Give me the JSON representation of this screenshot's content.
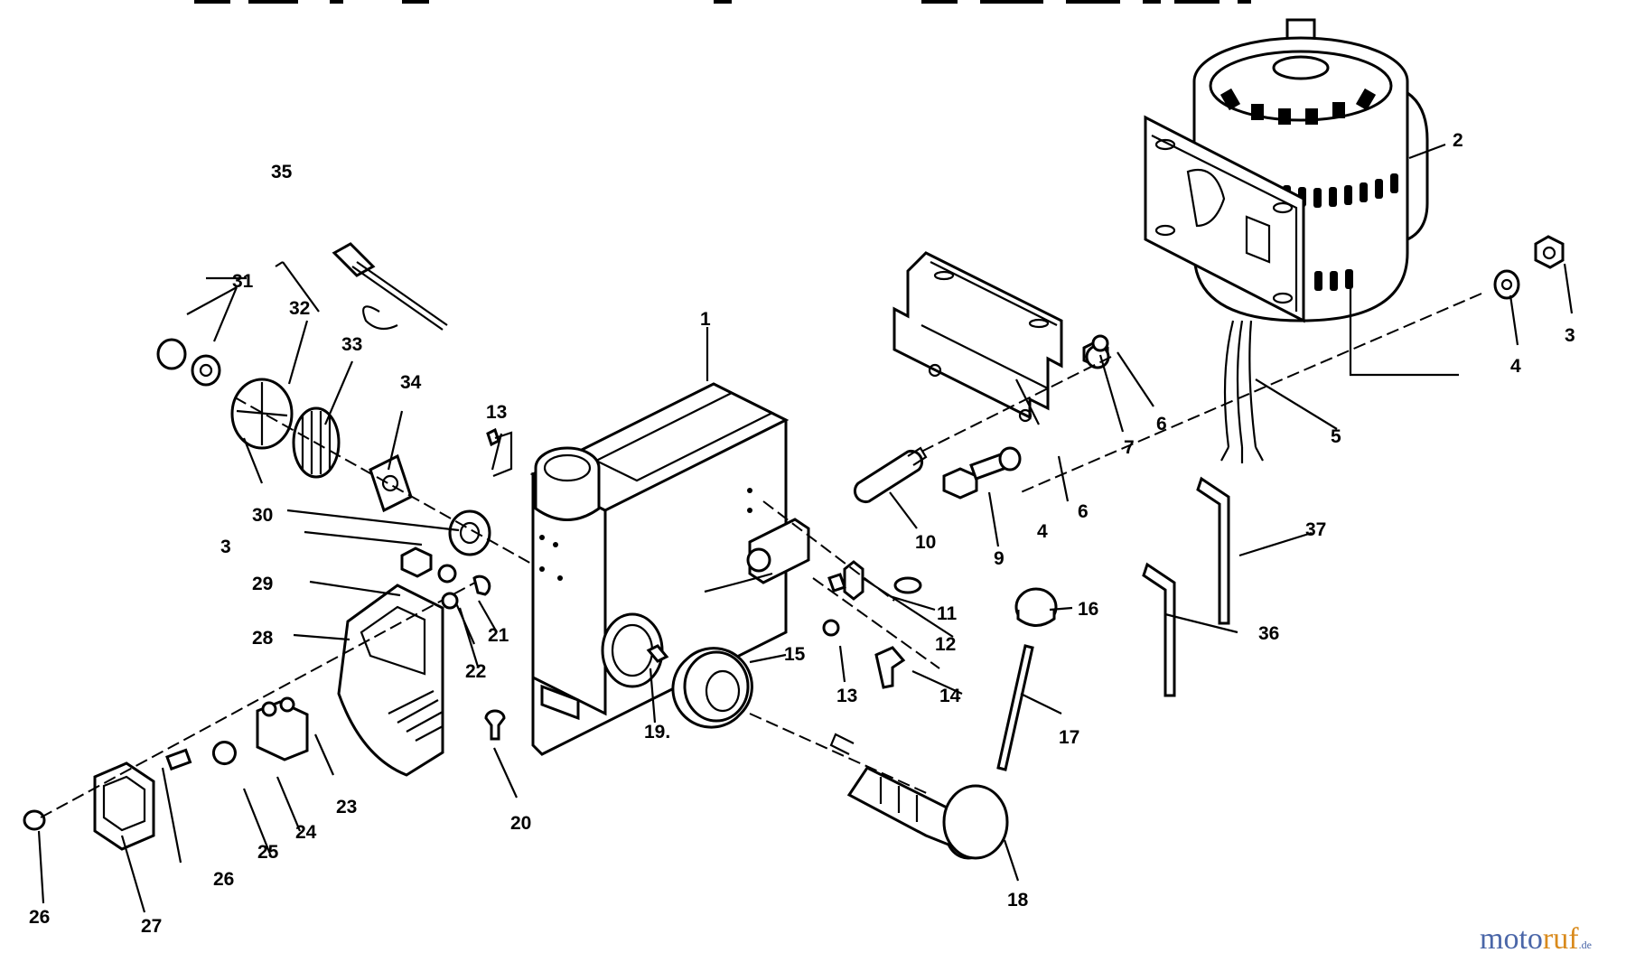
{
  "diagram": {
    "callouts": [
      {
        "id": "c1",
        "text": "1"
      },
      {
        "id": "c2",
        "text": "2"
      },
      {
        "id": "c3a",
        "text": "3"
      },
      {
        "id": "c3b",
        "text": "3"
      },
      {
        "id": "c4a",
        "text": "4"
      },
      {
        "id": "c4b",
        "text": "4"
      },
      {
        "id": "c5",
        "text": "5"
      },
      {
        "id": "c6a",
        "text": "6"
      },
      {
        "id": "c6b",
        "text": "6"
      },
      {
        "id": "c7",
        "text": "7"
      },
      {
        "id": "c9",
        "text": "9"
      },
      {
        "id": "c10",
        "text": "10"
      },
      {
        "id": "c11",
        "text": "11"
      },
      {
        "id": "c12",
        "text": "12"
      },
      {
        "id": "c13a",
        "text": "13"
      },
      {
        "id": "c13b",
        "text": "13"
      },
      {
        "id": "c14",
        "text": "14"
      },
      {
        "id": "c15",
        "text": "15"
      },
      {
        "id": "c16",
        "text": "16"
      },
      {
        "id": "c17",
        "text": "17"
      },
      {
        "id": "c18",
        "text": "18"
      },
      {
        "id": "c19",
        "text": "19."
      },
      {
        "id": "c20",
        "text": "20"
      },
      {
        "id": "c21",
        "text": "21"
      },
      {
        "id": "c22",
        "text": "22"
      },
      {
        "id": "c23",
        "text": "23"
      },
      {
        "id": "c24",
        "text": "24"
      },
      {
        "id": "c25",
        "text": "25"
      },
      {
        "id": "c26a",
        "text": "26"
      },
      {
        "id": "c26b",
        "text": "26"
      },
      {
        "id": "c27",
        "text": "27"
      },
      {
        "id": "c28",
        "text": "28"
      },
      {
        "id": "c29",
        "text": "29"
      },
      {
        "id": "c30",
        "text": "30"
      },
      {
        "id": "c31",
        "text": "31"
      },
      {
        "id": "c32",
        "text": "32"
      },
      {
        "id": "c33",
        "text": "33"
      },
      {
        "id": "c34",
        "text": "34"
      },
      {
        "id": "c35",
        "text": "35"
      },
      {
        "id": "c36",
        "text": "36"
      },
      {
        "id": "c37",
        "text": "37"
      }
    ]
  },
  "watermark": {
    "part1": "moto",
    "part2": "ruf",
    "suffix": ".de"
  }
}
